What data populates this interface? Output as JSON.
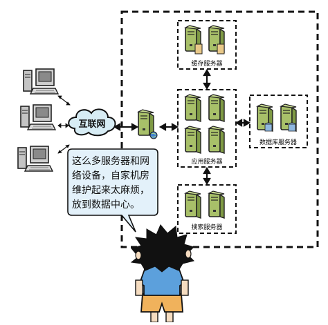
{
  "labels": {
    "internet": "互联网",
    "cache_servers": "缓存服务器",
    "app_servers": "应用服务器",
    "db_servers": "数据库服务器",
    "search_servers": "搜索服务器"
  },
  "speech_bubble": {
    "lines": [
      "这么多服务器和网",
      "络设备，自家机房",
      "维护起来太麻烦，",
      "放到数据中心。"
    ]
  },
  "colors": {
    "server_body": "#a8c069",
    "server_dark": "#7f9a45",
    "cloud_fill": "#d7ecf4",
    "bubble_fill": "#e3f1fa",
    "pc_body": "#cfcfcf",
    "shirt": "#5ca0dc",
    "shorts": "#f0b25c",
    "skin": "#f5dcc0"
  }
}
